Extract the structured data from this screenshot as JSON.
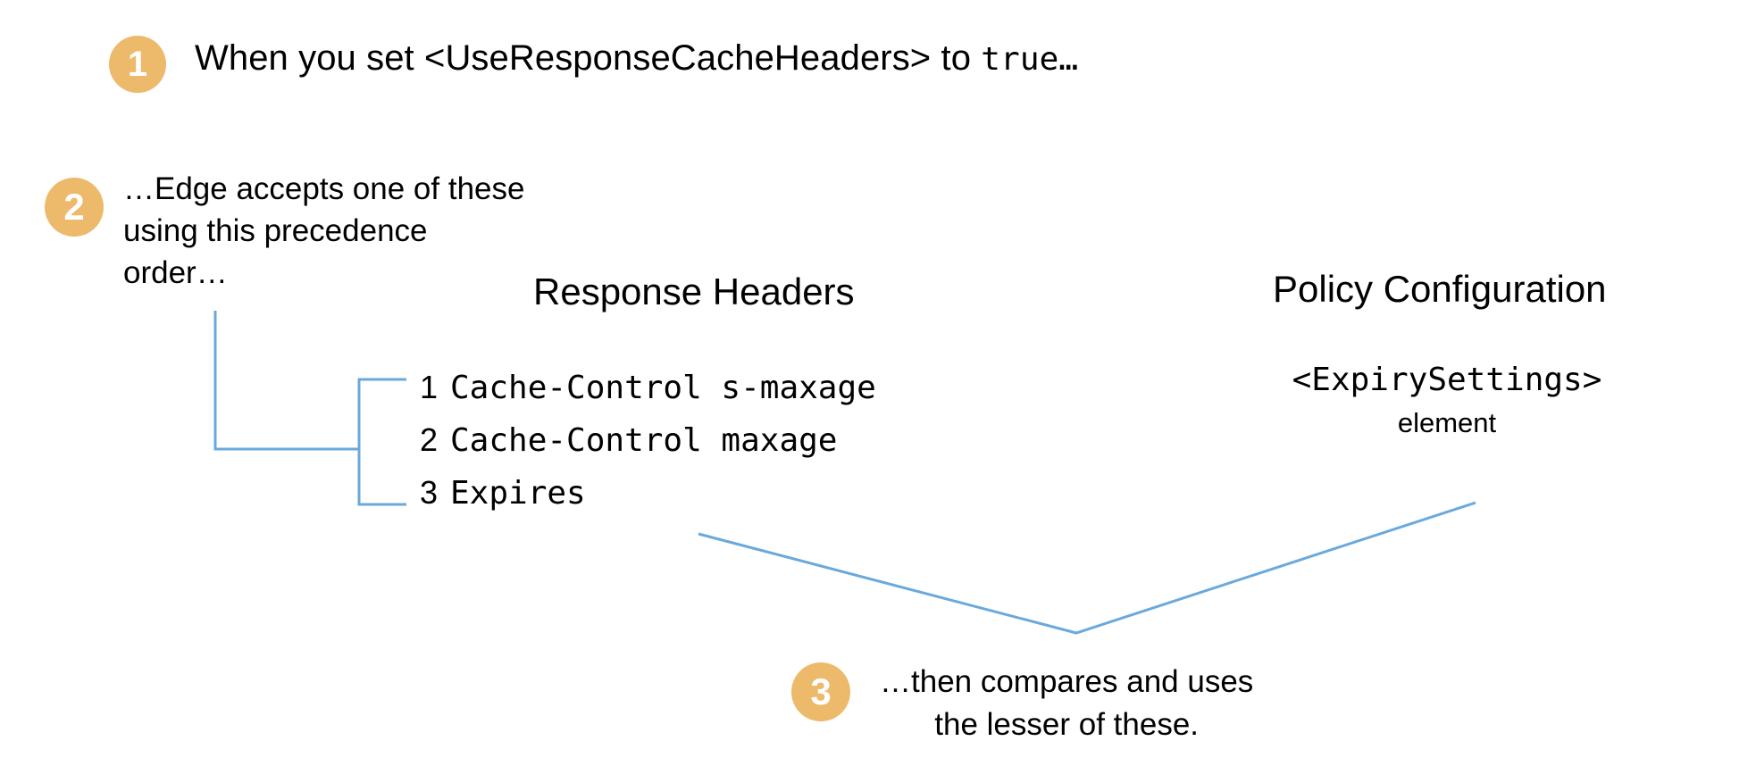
{
  "diagram": {
    "title_step1": "When you set <UseResponseCacheHeaders> to ",
    "accent_color": "#edb96a",
    "connector_color": "#6aa9db",
    "text_color": "#000000",
    "background_color": "#ffffff"
  },
  "steps": [
    {
      "number": "1",
      "text_plain": "When you set <UseResponseCacheHeaders> to true…",
      "text_lead": "When you set <UseResponseCacheHeaders> to ",
      "text_mono": "true…"
    },
    {
      "number": "2",
      "text_plain": "…Edge accepts one of these using this precedence order…",
      "text_lines": "…Edge accepts one of these\nusing this precedence\norder…"
    },
    {
      "number": "3",
      "text_plain": "…then compares and uses the lesser of these.",
      "text_lines": "…then compares and uses\nthe lesser of these."
    }
  ],
  "columns": {
    "response_headers": {
      "title": "Response Headers",
      "items": [
        {
          "rank": "1",
          "label": "Cache-Control s-maxage"
        },
        {
          "rank": "2",
          "label": "Cache-Control maxage"
        },
        {
          "rank": "3",
          "label": "Expires"
        }
      ]
    },
    "policy_configuration": {
      "title": "Policy Configuration",
      "element_tag": "<ExpirySettings>",
      "element_word": "element"
    }
  }
}
